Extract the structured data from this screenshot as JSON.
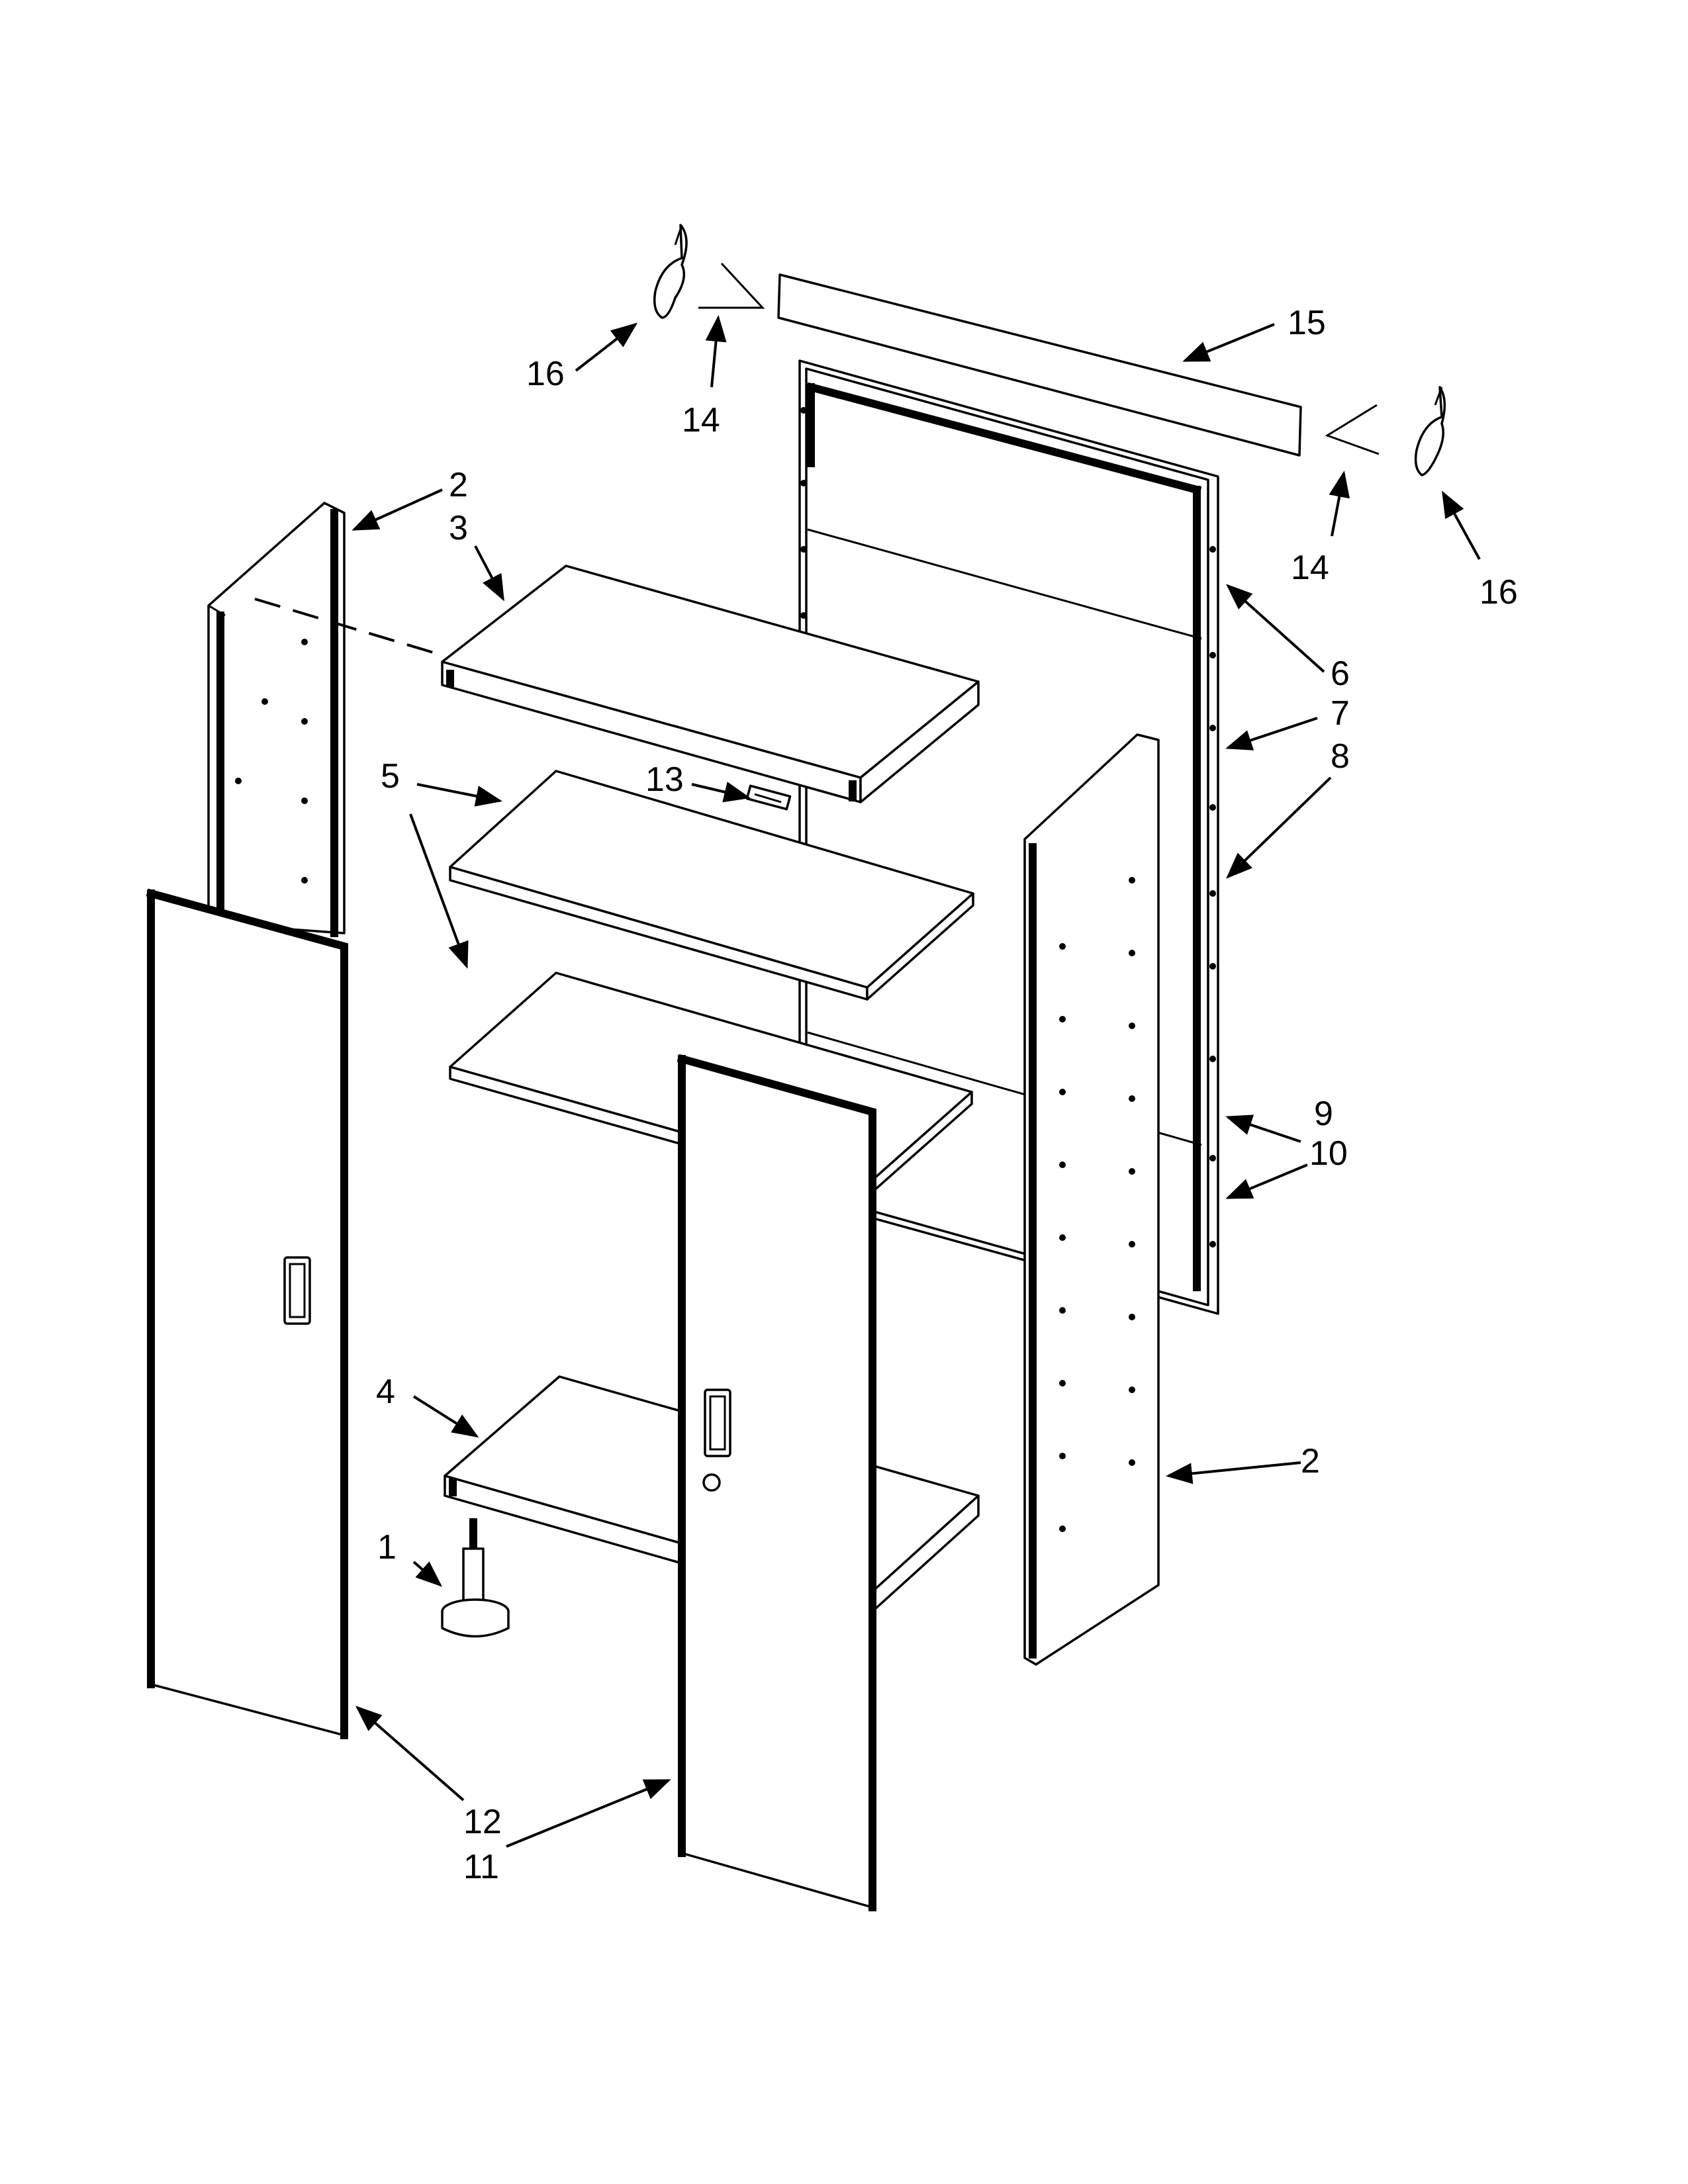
{
  "callouts": [
    {
      "id": "c1",
      "text": "1"
    },
    {
      "id": "c2a",
      "text": "2"
    },
    {
      "id": "c2b",
      "text": "2"
    },
    {
      "id": "c3",
      "text": "3"
    },
    {
      "id": "c4",
      "text": "4"
    },
    {
      "id": "c5",
      "text": "5"
    },
    {
      "id": "c6",
      "text": "6"
    },
    {
      "id": "c7",
      "text": "7"
    },
    {
      "id": "c8",
      "text": "8"
    },
    {
      "id": "c9",
      "text": "9"
    },
    {
      "id": "c10",
      "text": "10"
    },
    {
      "id": "c11",
      "text": "11"
    },
    {
      "id": "c12",
      "text": "12"
    },
    {
      "id": "c13",
      "text": "13"
    },
    {
      "id": "c14a",
      "text": "14"
    },
    {
      "id": "c14b",
      "text": "14"
    },
    {
      "id": "c15",
      "text": "15"
    },
    {
      "id": "c16a",
      "text": "16"
    },
    {
      "id": "c16b",
      "text": "16"
    }
  ]
}
